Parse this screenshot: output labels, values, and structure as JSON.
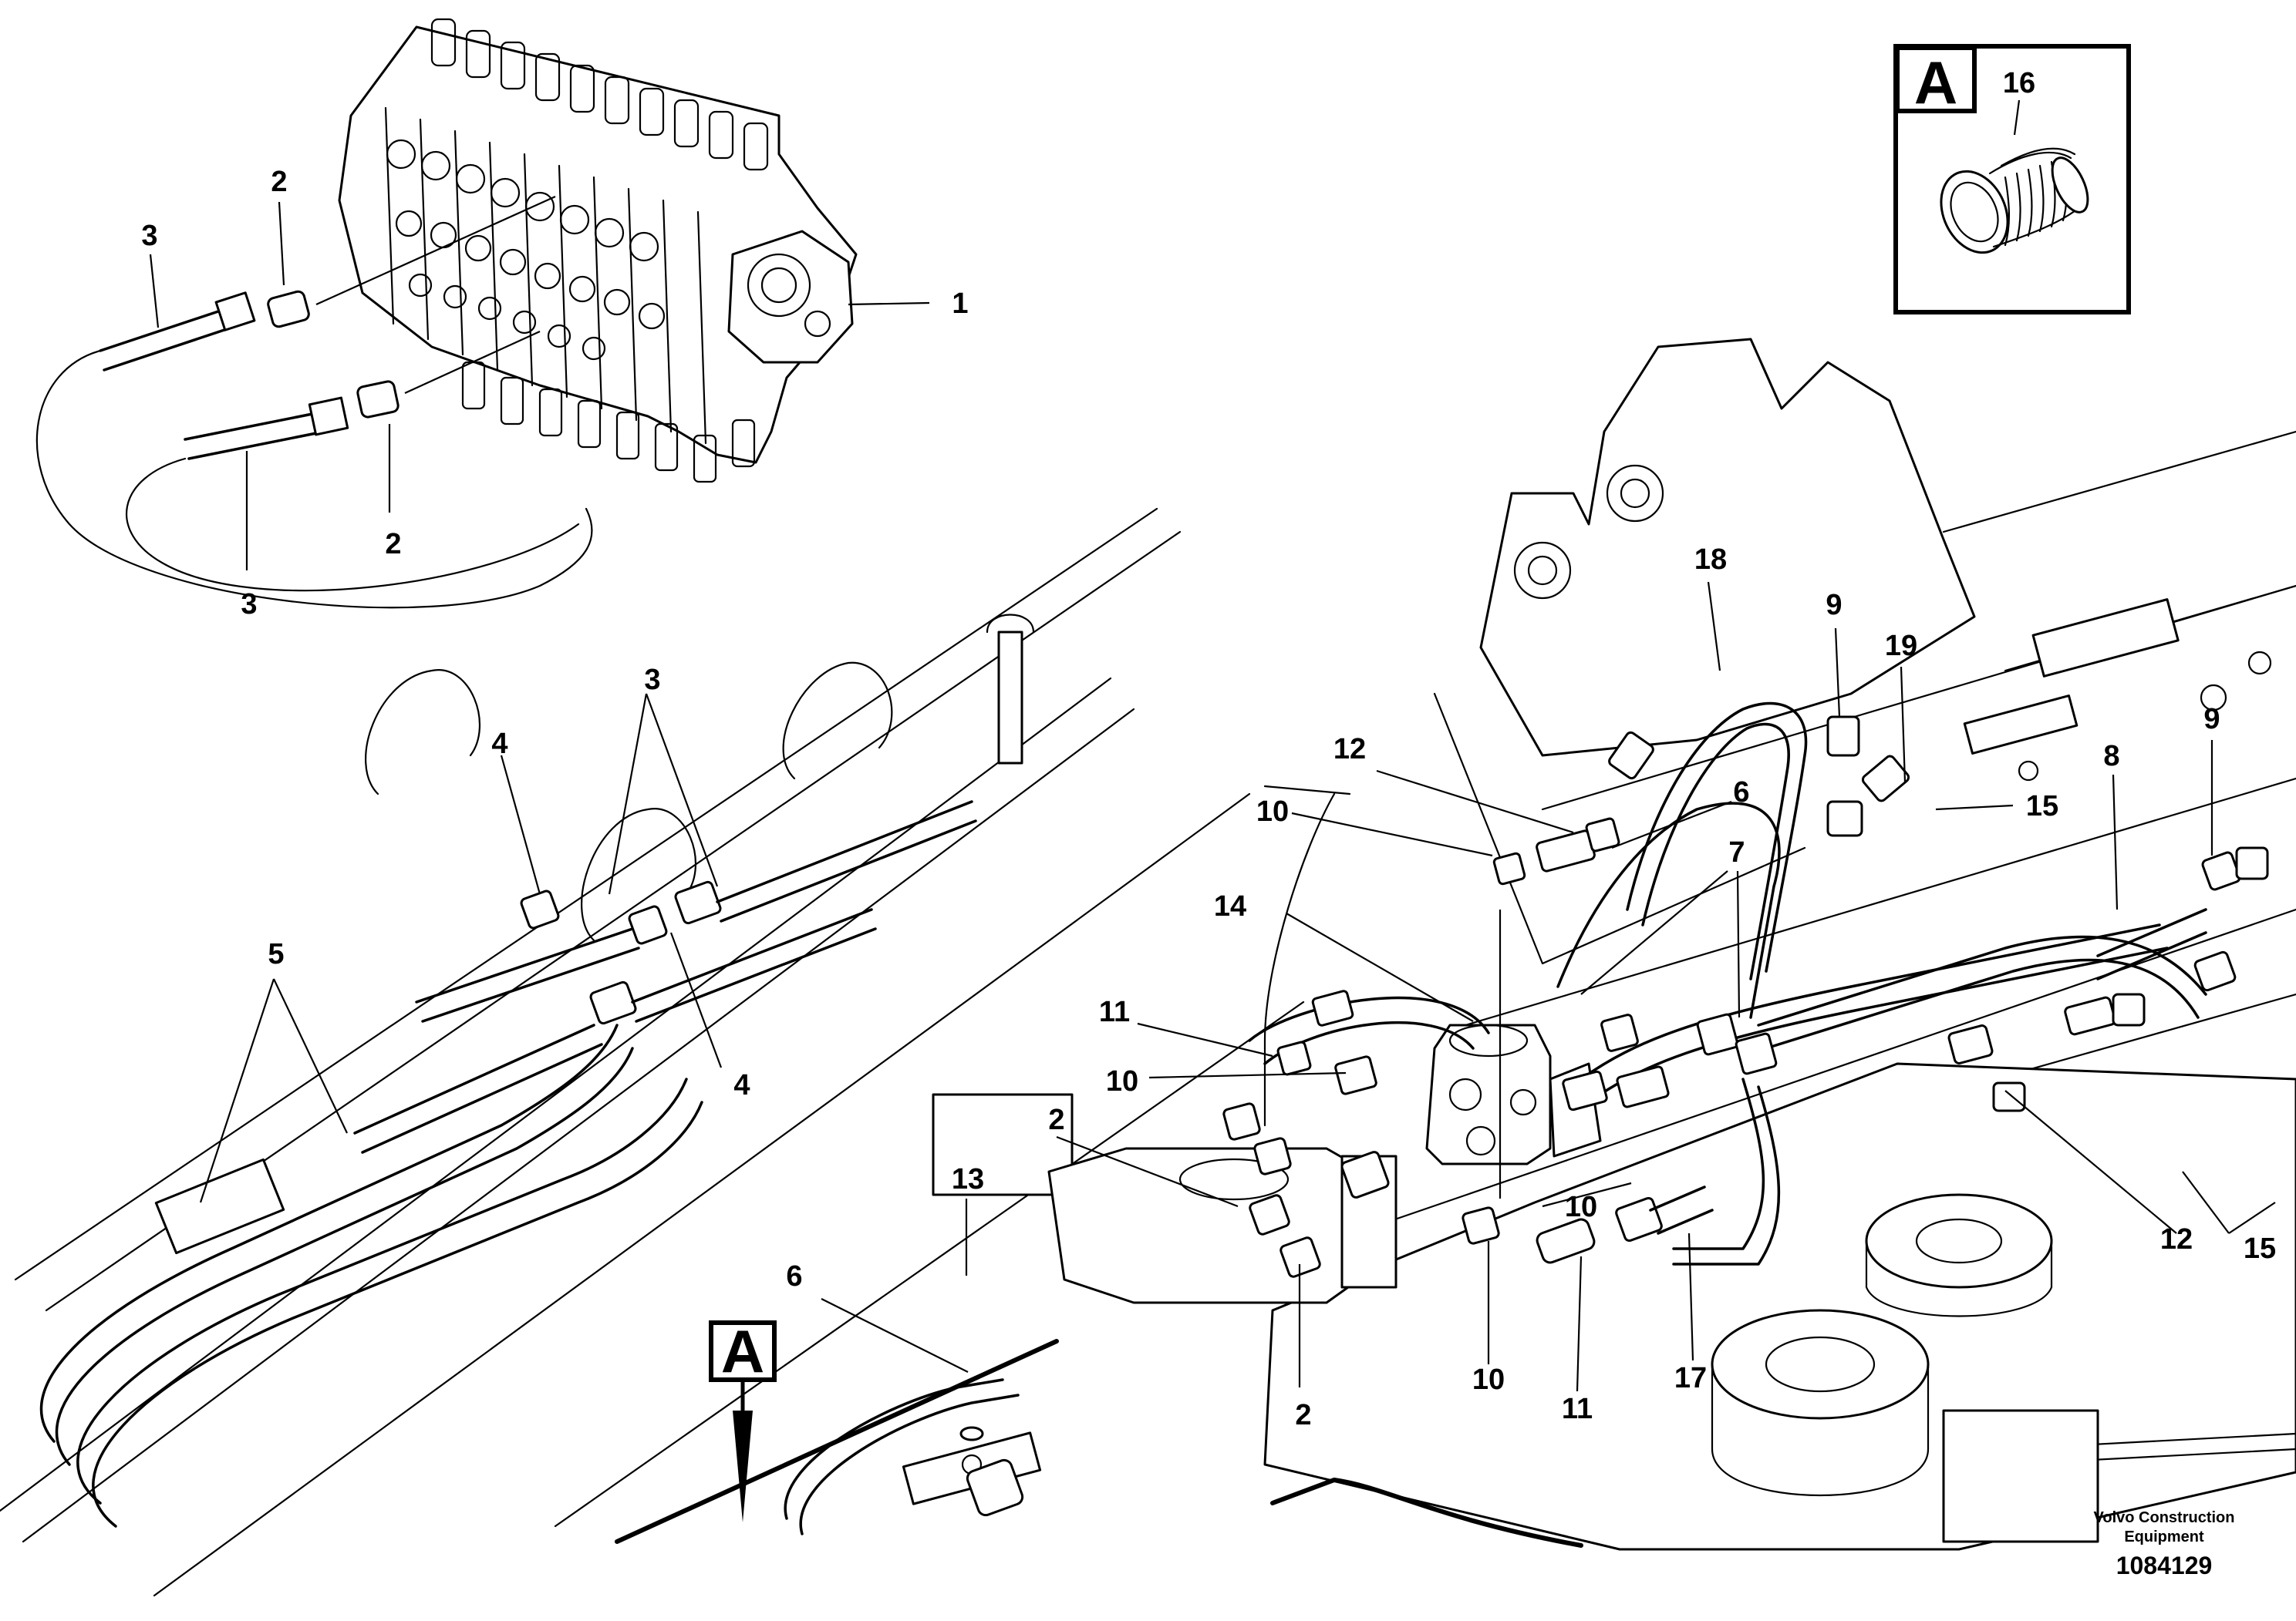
{
  "brand": {
    "line1": "Volvo Construction",
    "line2": "Equipment"
  },
  "document_number": "1084129",
  "detail": {
    "letter": "A",
    "part": "16"
  },
  "view_marker": "A",
  "callouts": [
    {
      "id": "c1",
      "text": "1"
    },
    {
      "id": "c2a",
      "text": "2"
    },
    {
      "id": "c2b",
      "text": "2"
    },
    {
      "id": "c3a",
      "text": "3"
    },
    {
      "id": "c3b",
      "text": "3"
    },
    {
      "id": "c3c",
      "text": "3"
    },
    {
      "id": "c4a",
      "text": "4"
    },
    {
      "id": "c4b",
      "text": "4"
    },
    {
      "id": "c5",
      "text": "5"
    },
    {
      "id": "c2c",
      "text": "2"
    },
    {
      "id": "c2d",
      "text": "2"
    },
    {
      "id": "c6a",
      "text": "6"
    },
    {
      "id": "c13",
      "text": "13"
    },
    {
      "id": "c11a",
      "text": "11"
    },
    {
      "id": "c10a",
      "text": "10"
    },
    {
      "id": "c14",
      "text": "14"
    },
    {
      "id": "c10b",
      "text": "10"
    },
    {
      "id": "c12a",
      "text": "12"
    },
    {
      "id": "c18",
      "text": "18"
    },
    {
      "id": "c6b",
      "text": "6"
    },
    {
      "id": "c7",
      "text": "7"
    },
    {
      "id": "c9a",
      "text": "9"
    },
    {
      "id": "c19",
      "text": "19"
    },
    {
      "id": "c15a",
      "text": "15"
    },
    {
      "id": "c8",
      "text": "8"
    },
    {
      "id": "c9b",
      "text": "9"
    },
    {
      "id": "c10c",
      "text": "10"
    },
    {
      "id": "c10d",
      "text": "10"
    },
    {
      "id": "c11b",
      "text": "11"
    },
    {
      "id": "c17",
      "text": "17"
    },
    {
      "id": "c12b",
      "text": "12"
    },
    {
      "id": "c15b",
      "text": "15"
    }
  ]
}
